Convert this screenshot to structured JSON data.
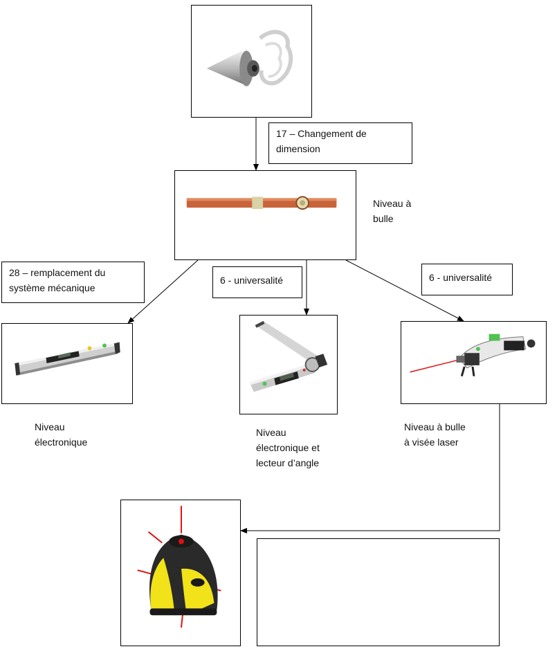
{
  "arrows": {
    "a17": "17 – Changement de\ndimension",
    "a28": "28 – remplacement du\nsystème mécanique",
    "a6_mid": "6 - universalité",
    "a6_right": "6 - universalité"
  },
  "labels": {
    "bubble_level": "Niveau à\nbulle",
    "electronic_level": "Niveau\nélectronique",
    "electronic_angle": "Niveau\nélectronique et\nlecteur d’angle",
    "laser_bubble": "Niveau  à bulle\nà visée laser"
  },
  "colors": {
    "line": "#000000",
    "wood": "#c8643a",
    "laser": "#e01010",
    "yellow": "#f2e21a",
    "green": "#4fc24f"
  }
}
